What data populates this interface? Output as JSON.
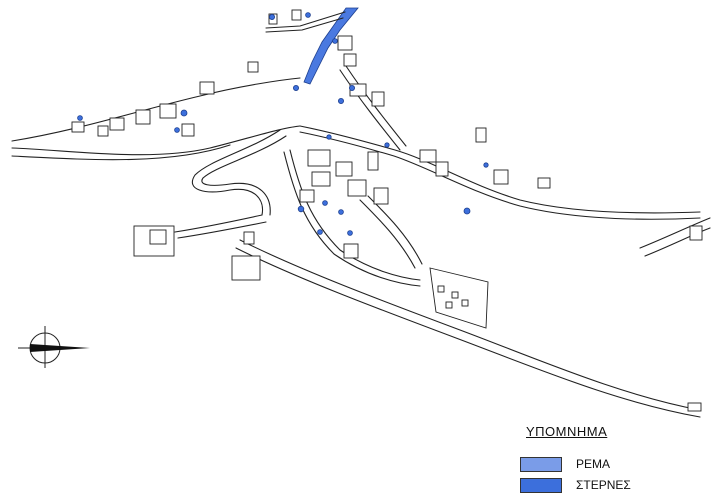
{
  "legend": {
    "title": "ΥΠΟΜΝΗΜΑ",
    "items": [
      {
        "label": "ΡΕΜΑ",
        "color": "#7a9ce8"
      },
      {
        "label": "ΣΤΕΡΝΕΣ",
        "color": "#3c6fdc"
      }
    ]
  },
  "map": {
    "stream_color": "#4a79e0",
    "cistern_color": "#3c6fdc",
    "compass_icon": "north-arrow-icon"
  }
}
